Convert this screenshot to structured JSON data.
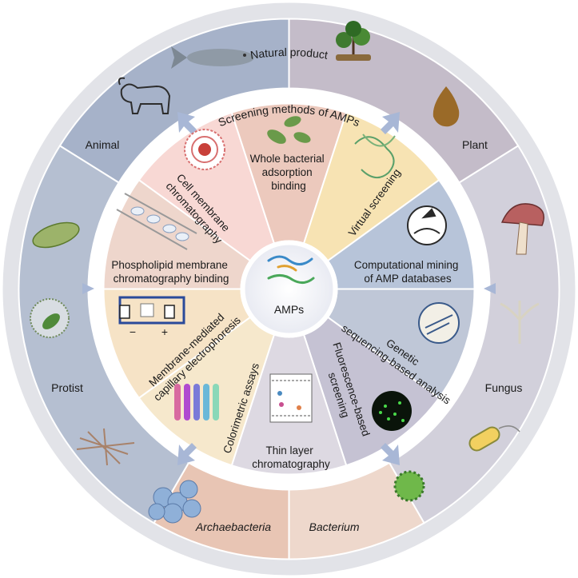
{
  "outer_title": "Natural product",
  "inner_title": "Screening methods of AMPs",
  "center_label": "AMPs",
  "sources": {
    "animal": "Animal",
    "plant": "Plant",
    "fungus": "Fungus",
    "bacterium": "Bacterium",
    "archaebacteria": "Archaebacteria",
    "protist": "Protist"
  },
  "methods": {
    "cell_membrane": [
      "Cell membrane",
      "chromatography"
    ],
    "whole_bacterial": [
      "Whole bacterial",
      "adsorption",
      "binding"
    ],
    "virtual_screening": [
      "Virtual screening"
    ],
    "computational_mining": [
      "Computational mining",
      "of AMP databases"
    ],
    "genetic_sequencing": [
      "Genetic",
      "sequencing-based analysis"
    ],
    "fluorescence": [
      "Fluorescence-based",
      "screening"
    ],
    "thin_layer": [
      "Thin layer",
      "chromatography"
    ],
    "colorimetric": [
      "Colorimetric assays"
    ],
    "capillary": [
      "Membrane-mediated",
      "capillary electrophoresis"
    ],
    "phospholipid": [
      "Phospholipid membrane",
      "chromatography binding"
    ]
  },
  "electrode_minus": "−",
  "electrode_plus": "+",
  "colors": {
    "outer_ring": "#e2e3e8",
    "animal": "#a6b2c9",
    "plant": "#c4bcc9",
    "fungus": "#d2d0db",
    "bacterium": "#eed8cc",
    "archaebacteria": "#e8c5b4",
    "protist": "#b5bfd1",
    "cell_membrane": "#f8d8d4",
    "whole_bacterial": "#ecc9bd",
    "virtual_screening": "#f7e3b3",
    "computational_mining": "#b7c4d9",
    "genetic_sequencing": "#bfc7d7",
    "fluorescence": "#c5c2d3",
    "thin_layer": "#ddd9e2",
    "colorimetric": "#f6e8cc",
    "capillary": "#f6e3c6",
    "phospholipid": "#eed6cc"
  }
}
